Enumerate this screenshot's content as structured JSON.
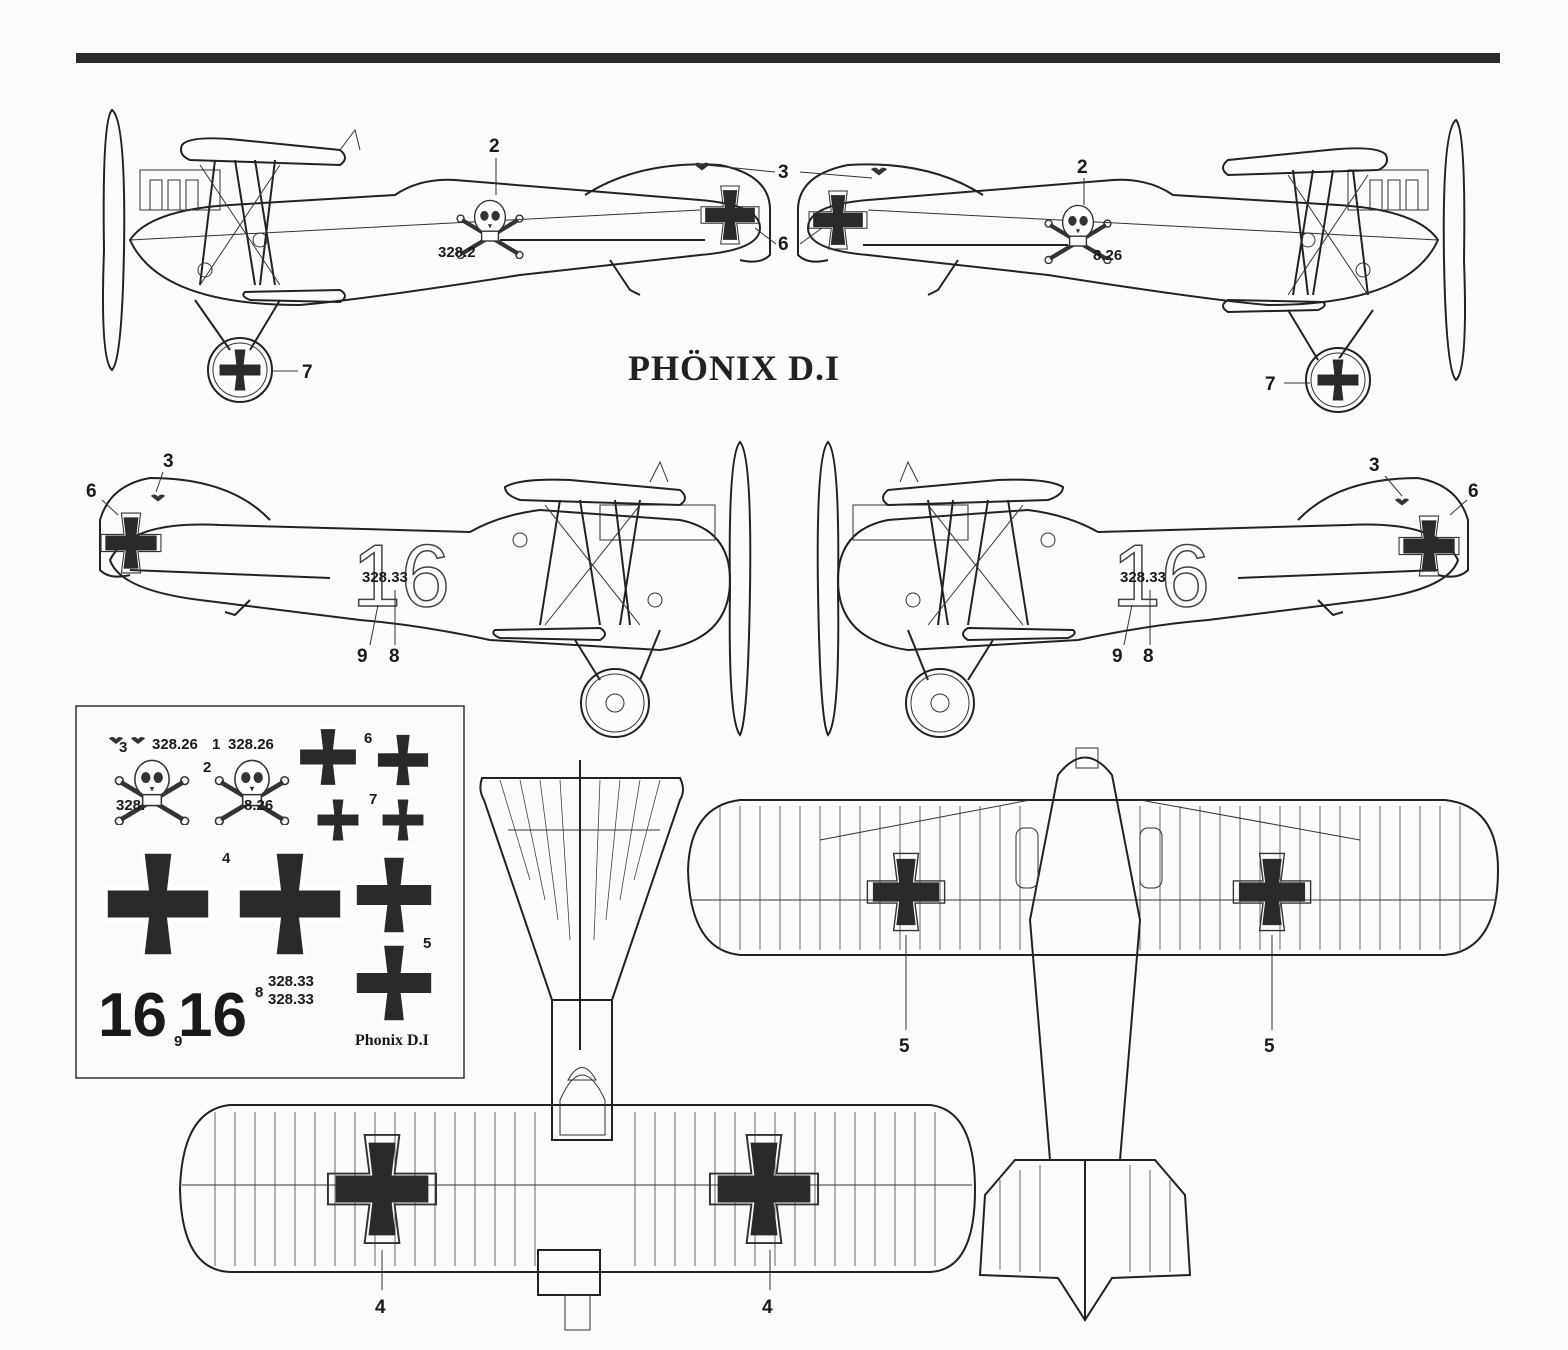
{
  "title": "PHÖNIX D.I",
  "decal_caption": "Phonix D.I",
  "callouts": {
    "n1": "1",
    "n2": "2",
    "n3": "3",
    "n4": "4",
    "n5": "5",
    "n6": "6",
    "n7": "7",
    "n8": "8",
    "n9": "9"
  },
  "serials": {
    "skull_serial": "328.26",
    "skull_serial_left_partial": "328.2",
    "skull_serial_right_partial": "8.26",
    "side_serial": "328.33",
    "fuselage_number": "16"
  },
  "decal_sheet": {
    "serial_a": "328.26",
    "serial_b": "328.26",
    "skull_left": "328.",
    "skull_right": "8.26",
    "number_a": "16",
    "number_b": "16",
    "serial_c": "328.33",
    "serial_d": "328.33"
  },
  "colors": {
    "ink": "#1a1a1a",
    "paper": "#fbfbfb"
  }
}
